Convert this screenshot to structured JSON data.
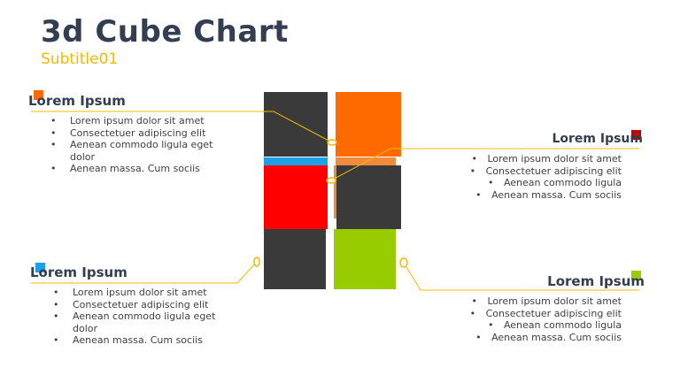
{
  "title": "3d Cube Chart",
  "subtitle": "Subtitle01",
  "colors": {
    "dark": "#3a3a3a",
    "orange": "#ff6a00",
    "red": "#ff0000",
    "green": "#99cc00",
    "blue": "#1ea0e8",
    "darkred": "#c00000",
    "gold": "#f5b800"
  },
  "sections": {
    "top_left": {
      "heading": "Lorem Ipsum",
      "marker_color": "#ff6a00",
      "items": [
        "Lorem ipsum dolor sit amet",
        "Consectetuer adipiscing elit",
        "Aenean commodo ligula eget dolor",
        "Aenean massa. Cum sociis"
      ]
    },
    "top_right": {
      "heading": "Lorem Ipsum",
      "marker_color": "#c00000",
      "items": [
        "Lorem ipsum dolor sit amet",
        "Consectetuer adipiscing elit",
        "Aenean commodo ligula",
        "Aenean massa. Cum sociis"
      ]
    },
    "bottom_left": {
      "heading": "Lorem Ipsum",
      "marker_color": "#1ea0e8",
      "items": [
        "Lorem ipsum dolor sit amet",
        "Consectetuer adipiscing elit",
        "Aenean commodo ligula eget dolor",
        "Aenean massa. Cum sociis"
      ]
    },
    "bottom_right": {
      "heading": "Lorem Ipsum",
      "marker_color": "#99cc00",
      "items": [
        "Lorem ipsum dolor sit amet",
        "Consectetuer adipiscing elit",
        "Aenean commodo ligula",
        "Aenean massa. Cum sociis"
      ]
    }
  }
}
